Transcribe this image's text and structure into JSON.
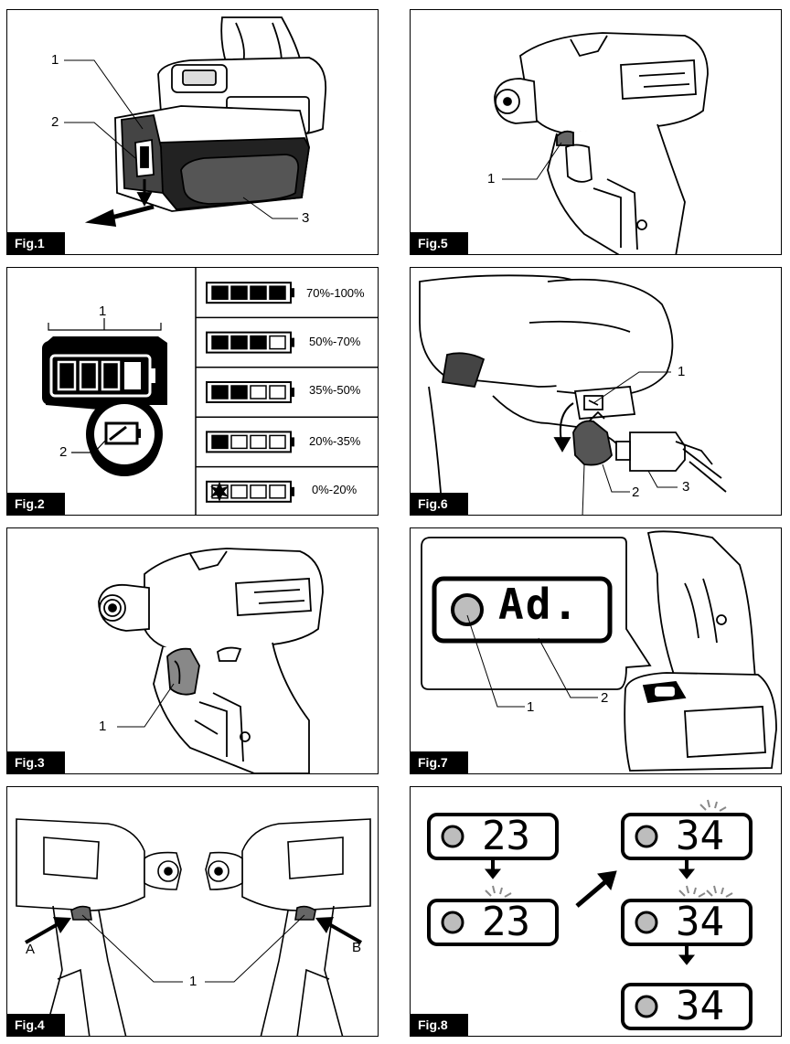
{
  "figures": {
    "fig1": {
      "label": "Fig.1",
      "callouts": [
        "1",
        "2",
        "3"
      ]
    },
    "fig2": {
      "label": "Fig.2",
      "callouts": [
        "1",
        "2"
      ],
      "levels": [
        {
          "text": "70%-100%",
          "filled": 4
        },
        {
          "text": "50%-70%",
          "filled": 3
        },
        {
          "text": "35%-50%",
          "filled": 2
        },
        {
          "text": "20%-35%",
          "filled": 1
        },
        {
          "text": "0%-20%",
          "filled": 0
        }
      ]
    },
    "fig3": {
      "label": "Fig.3",
      "callouts": [
        "1"
      ]
    },
    "fig4": {
      "label": "Fig.4",
      "callouts": [
        "A",
        "1",
        "B"
      ]
    },
    "fig5": {
      "label": "Fig.5",
      "callouts": [
        "1"
      ]
    },
    "fig6": {
      "label": "Fig.6",
      "callouts": [
        "1",
        "2",
        "3"
      ]
    },
    "fig7": {
      "label": "Fig.7",
      "callouts": [
        "1",
        "2"
      ],
      "display": "Ad."
    },
    "fig8": {
      "label": "Fig.8",
      "displays": [
        "23",
        "23",
        "34",
        "34",
        "34"
      ]
    }
  },
  "colors": {
    "ink": "#000000",
    "panel_gray": "#d9d9d9",
    "button_gray": "#bdbdbd"
  }
}
